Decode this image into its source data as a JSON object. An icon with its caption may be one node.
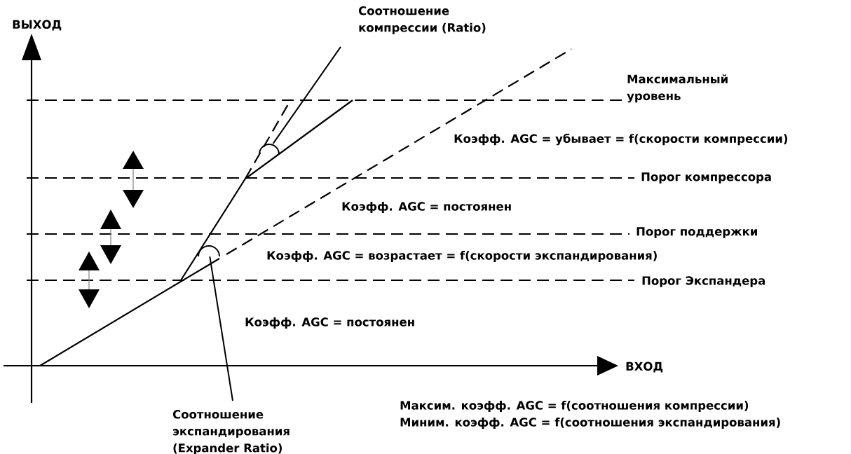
{
  "diagram": {
    "nodes": [
      {
        "text": [
          "Соотношение компрессии (Ratio)"
        ]
      },
      {
        "text": [],
        "shape": "arc"
      },
      {
        "text": [
          "Соотношение экспандирования (Expander Ratio)"
        ]
      },
      {
        "text": [],
        "shape": "arc"
      }
    ],
    "edges": [
      {
        "from": 0,
        "to": 1,
        "arrow": "none"
      },
      {
        "from": 2,
        "to": 3,
        "arrow": "none"
      }
    ],
    "labels": [
      "ВЫХОД",
      "Максимальный уровень",
      "Коэфф. AGC = убывает = f(скорости компрессии)",
      "Порог компрессора",
      "Коэфф. AGC = постоянен",
      "Порог поддержки",
      "Коэфф. AGC = возрастает = f(скорости экспандирования)",
      "Порог Экспандера",
      "Коэфф. AGC = постоянен",
      "ВХОД",
      "Максим. коэфф. AGC = f(соотношения компрессии)",
      "Миним. коэфф. AGC = f(соотношения экспандирования)"
    ]
  }
}
